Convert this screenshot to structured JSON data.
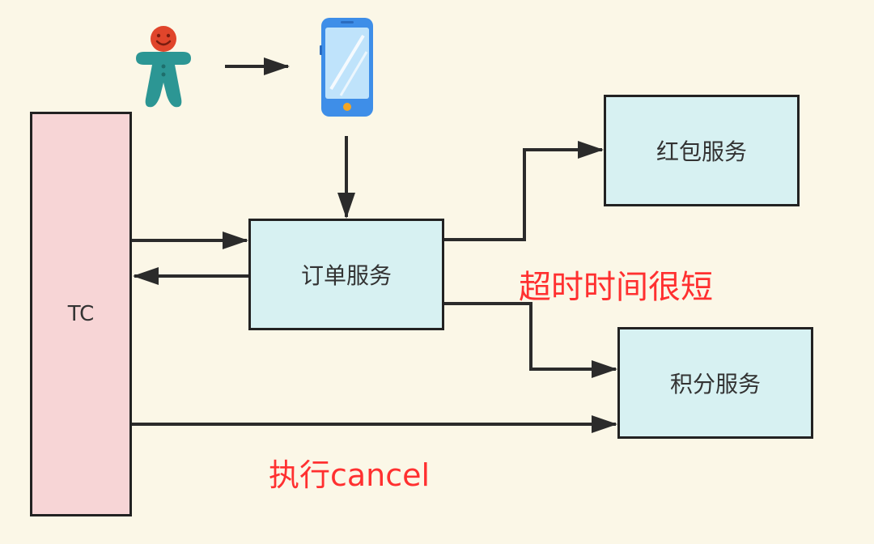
{
  "nodes": {
    "tc": "TC",
    "order_service": "订单服务",
    "hongbao_service": "红包服务",
    "jifen_service": "积分服务"
  },
  "annotations": {
    "timeout": "超时时间很短",
    "cancel": "执行cancel"
  },
  "icons": {
    "user": "user-icon",
    "phone": "smartphone-icon"
  },
  "colors": {
    "background": "#fbf7e7",
    "tc_fill": "#f7d5d6",
    "service_fill": "#d7f1f2",
    "annotation": "#ff3030",
    "arrow": "#2b2b2b"
  }
}
